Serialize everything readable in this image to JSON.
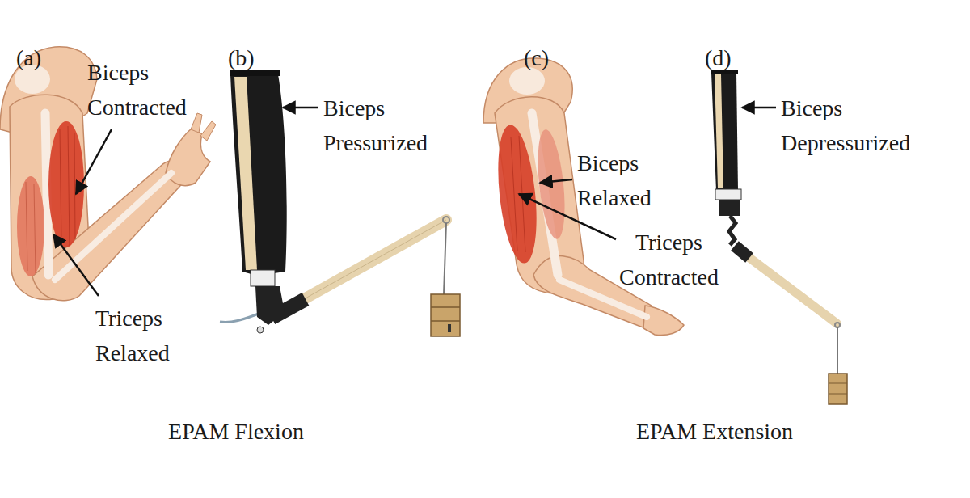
{
  "diagram": {
    "labels": [
      "(a)",
      "Biceps Contracted",
      "Triceps Relaxed",
      "(b)",
      "Biceps Pressurized",
      "EPAM Flexion",
      "(c)",
      "Biceps Relaxed",
      "Triceps Contracted",
      "(d)",
      "Biceps Depressurized",
      "EPAM Extension"
    ]
  }
}
